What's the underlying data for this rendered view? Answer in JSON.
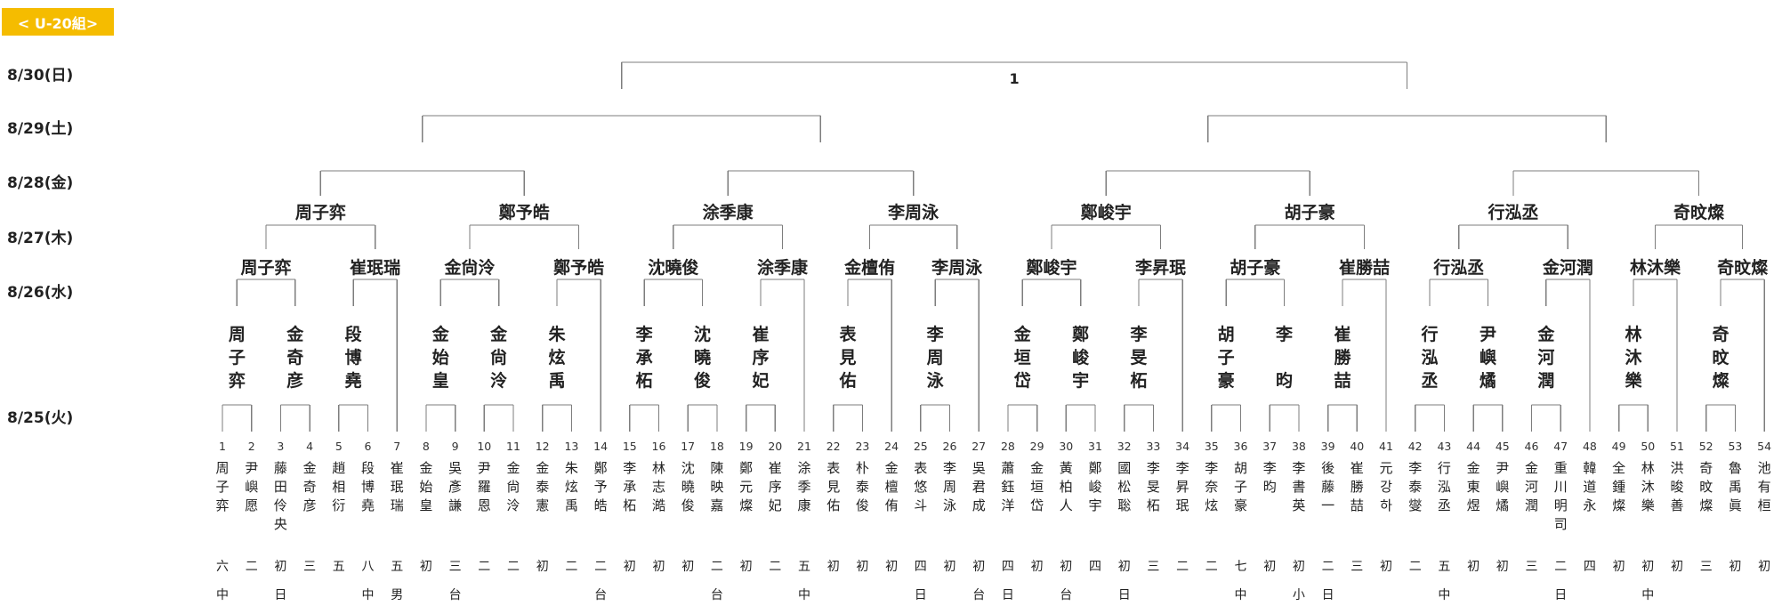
{
  "group_label": "< U-20組>",
  "dates": [
    {
      "label": "8/30(日)",
      "round": 6
    },
    {
      "label": "8/29(土)",
      "round": 5
    },
    {
      "label": "8/28(金)",
      "round": 4
    },
    {
      "label": "8/27(木)",
      "round": 3
    },
    {
      "label": "8/26(水)",
      "round": 2
    },
    {
      "label": "8/25(火)",
      "round": 1
    }
  ],
  "final_label": "1",
  "players": [
    {
      "no": "1",
      "name": "周子弈",
      "rank": "六",
      "aff": "中"
    },
    {
      "no": "2",
      "name": "尹嶼愿",
      "rank": "二",
      "aff": ""
    },
    {
      "no": "3",
      "name": "藤田伶央",
      "rank": "初",
      "aff": "日"
    },
    {
      "no": "4",
      "name": "金奇彦",
      "rank": "三",
      "aff": ""
    },
    {
      "no": "5",
      "name": "趙相衍",
      "rank": "五",
      "aff": ""
    },
    {
      "no": "6",
      "name": "段博堯",
      "rank": "八",
      "aff": "中"
    },
    {
      "no": "7",
      "name": "崔珉瑞",
      "rank": "五",
      "aff": "男"
    },
    {
      "no": "8",
      "name": "金始皇",
      "rank": "初",
      "aff": ""
    },
    {
      "no": "9",
      "name": "吳彥謙",
      "rank": "三",
      "aff": "台"
    },
    {
      "no": "10",
      "name": "尹羅恩",
      "rank": "二",
      "aff": ""
    },
    {
      "no": "11",
      "name": "金尙泠",
      "rank": "二",
      "aff": ""
    },
    {
      "no": "12",
      "name": "金泰憲",
      "rank": "初",
      "aff": ""
    },
    {
      "no": "13",
      "name": "朱炫禹",
      "rank": "二",
      "aff": ""
    },
    {
      "no": "14",
      "name": "鄭予皓",
      "rank": "二",
      "aff": "台"
    },
    {
      "no": "15",
      "name": "李承柘",
      "rank": "初",
      "aff": ""
    },
    {
      "no": "16",
      "name": "林志澔",
      "rank": "初",
      "aff": ""
    },
    {
      "no": "17",
      "name": "沈曉俊",
      "rank": "初",
      "aff": ""
    },
    {
      "no": "18",
      "name": "陳映嘉",
      "rank": "二",
      "aff": "台"
    },
    {
      "no": "19",
      "name": "鄭元燦",
      "rank": "初",
      "aff": ""
    },
    {
      "no": "20",
      "name": "崔序妃",
      "rank": "二",
      "aff": ""
    },
    {
      "no": "21",
      "name": "涂季康",
      "rank": "五",
      "aff": "中"
    },
    {
      "no": "22",
      "name": "表見佑",
      "rank": "初",
      "aff": ""
    },
    {
      "no": "23",
      "name": "朴泰俊",
      "rank": "初",
      "aff": ""
    },
    {
      "no": "24",
      "name": "金檀侑",
      "rank": "初",
      "aff": ""
    },
    {
      "no": "25",
      "name": "表悠斗",
      "rank": "四",
      "aff": "日"
    },
    {
      "no": "26",
      "name": "李周泳",
      "rank": "初",
      "aff": ""
    },
    {
      "no": "27",
      "name": "吳君成",
      "rank": "初",
      "aff": "台"
    },
    {
      "no": "28",
      "name": "蕭鈺洋",
      "rank": "四",
      "aff": "日"
    },
    {
      "no": "29",
      "name": "金垣岱",
      "rank": "初",
      "aff": ""
    },
    {
      "no": "30",
      "name": "黃柏人",
      "rank": "初",
      "aff": "台"
    },
    {
      "no": "31",
      "name": "鄭峻宇",
      "rank": "四",
      "aff": ""
    },
    {
      "no": "32",
      "name": "國松聡",
      "rank": "初",
      "aff": "日"
    },
    {
      "no": "33",
      "name": "李旻柘",
      "rank": "三",
      "aff": ""
    },
    {
      "no": "34",
      "name": "李昇珉",
      "rank": "二",
      "aff": ""
    },
    {
      "no": "35",
      "name": "李奈炫",
      "rank": "二",
      "aff": ""
    },
    {
      "no": "36",
      "name": "胡子豪",
      "rank": "七",
      "aff": "中"
    },
    {
      "no": "37",
      "name": "李昀",
      "rank": "初",
      "aff": ""
    },
    {
      "no": "38",
      "name": "李書英",
      "rank": "初",
      "aff": "小"
    },
    {
      "no": "39",
      "name": "後藤一",
      "rank": "二",
      "aff": "日"
    },
    {
      "no": "40",
      "name": "崔勝喆",
      "rank": "三",
      "aff": ""
    },
    {
      "no": "41",
      "name": "元강하",
      "rank": "初",
      "aff": ""
    },
    {
      "no": "42",
      "name": "李泰燮",
      "rank": "二",
      "aff": ""
    },
    {
      "no": "43",
      "name": "行泓丞",
      "rank": "五",
      "aff": "中"
    },
    {
      "no": "44",
      "name": "金東煜",
      "rank": "初",
      "aff": ""
    },
    {
      "no": "45",
      "name": "尹嶼燏",
      "rank": "初",
      "aff": ""
    },
    {
      "no": "46",
      "name": "金河潤",
      "rank": "三",
      "aff": ""
    },
    {
      "no": "47",
      "name": "重川明司",
      "rank": "二",
      "aff": "日"
    },
    {
      "no": "48",
      "name": "韓道永",
      "rank": "四",
      "aff": ""
    },
    {
      "no": "49",
      "name": "全鍾燦",
      "rank": "初",
      "aff": ""
    },
    {
      "no": "50",
      "name": "林沐樂",
      "rank": "初",
      "aff": "中"
    },
    {
      "no": "51",
      "name": "洪晙善",
      "rank": "初",
      "aff": ""
    },
    {
      "no": "52",
      "name": "奇旼燦",
      "rank": "三",
      "aff": ""
    },
    {
      "no": "53",
      "name": "魯禹眞",
      "rank": "初",
      "aff": ""
    },
    {
      "no": "54",
      "name": "池有桓",
      "rank": "初",
      "aff": ""
    }
  ],
  "round1_winners": [
    {
      "idx": 0,
      "name": "周子弈"
    },
    {
      "idx": 1,
      "name": "金奇彦"
    },
    {
      "idx": 2,
      "name": "段博堯"
    },
    {
      "idx": 3,
      "name": "金始皇"
    },
    {
      "idx": 4,
      "name": "金尙泠"
    },
    {
      "idx": 5,
      "name": "朱炫禹"
    },
    {
      "idx": 6,
      "name": "李承柘"
    },
    {
      "idx": 7,
      "name": "沈曉俊"
    },
    {
      "idx": 8,
      "name": "崔序妃"
    },
    {
      "idx": 9,
      "name": "表見佑"
    },
    {
      "idx": 10,
      "name": "李周泳"
    },
    {
      "idx": 11,
      "name": "金垣岱"
    },
    {
      "idx": 12,
      "name": "鄭峻宇"
    },
    {
      "idx": 13,
      "name": "李旻柘"
    },
    {
      "idx": 14,
      "name": "胡子豪"
    },
    {
      "idx": 15,
      "name": "李昀"
    },
    {
      "idx": 16,
      "name": "崔勝喆"
    },
    {
      "idx": 17,
      "name": "行泓丞"
    },
    {
      "idx": 18,
      "name": "尹嶼燏"
    },
    {
      "idx": 19,
      "name": "金河潤"
    },
    {
      "idx": 20,
      "name": "林沐樂"
    },
    {
      "idx": 21,
      "name": "奇旼燦"
    }
  ],
  "round2_winners": [
    "周子弈",
    "崔珉瑞",
    "金尙泠",
    "鄭予皓",
    "沈曉俊",
    "涂季康",
    "金檀侑",
    "李周泳",
    "鄭峻宇",
    "李昇珉",
    "胡子豪",
    "崔勝喆",
    "行泓丞",
    "金河潤",
    "林沐樂",
    "奇旼燦"
  ],
  "round3_winners": [
    "周子弈",
    "鄭予皓",
    "涂季康",
    "李周泳",
    "鄭峻宇",
    "胡子豪",
    "行泓丞",
    "奇旼燦"
  ]
}
